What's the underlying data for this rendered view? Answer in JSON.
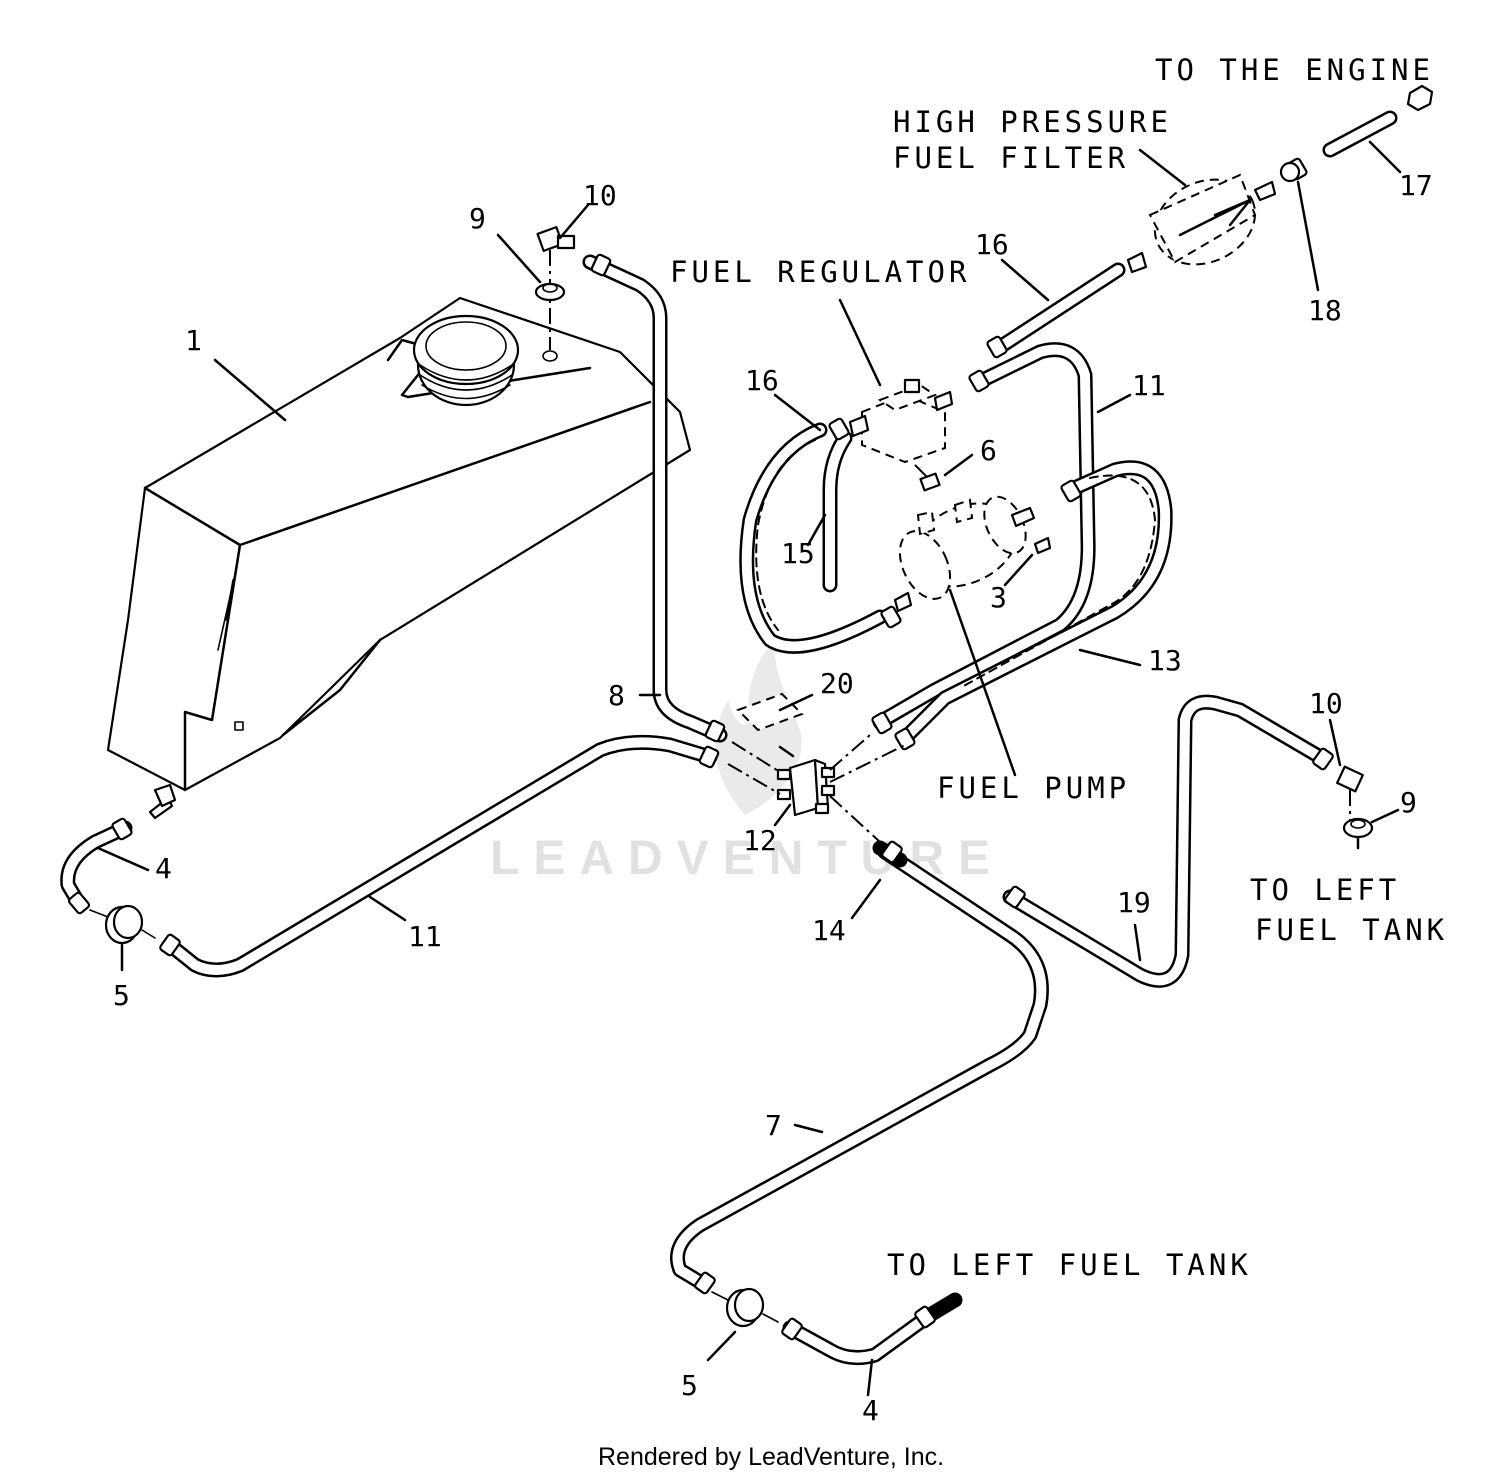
{
  "labels": {
    "to_engine": "TO THE ENGINE",
    "fuel_filter_line1": "HIGH PRESSURE",
    "fuel_filter_line2": "FUEL FILTER",
    "fuel_regulator": "FUEL REGULATOR",
    "fuel_pump": "FUEL PUMP",
    "to_left_tank_upper_line1": "TO LEFT",
    "to_left_tank_upper_line2": "FUEL TANK",
    "to_left_tank_lower": "TO LEFT FUEL TANK"
  },
  "callouts": {
    "c1": "1",
    "c3": "3",
    "c4a": "4",
    "c4b": "4",
    "c5a": "5",
    "c5b": "5",
    "c6": "6",
    "c7": "7",
    "c8": "8",
    "c9a": "9",
    "c9b": "9",
    "c10a": "10",
    "c10b": "10",
    "c11a": "11",
    "c11b": "11",
    "c12": "12",
    "c13": "13",
    "c14": "14",
    "c15": "15",
    "c16a": "16",
    "c16b": "16",
    "c17": "17",
    "c18": "18",
    "c19": "19",
    "c20": "20"
  },
  "watermark": "LEADVENTURE",
  "footer": "Rendered by LeadVenture, Inc."
}
